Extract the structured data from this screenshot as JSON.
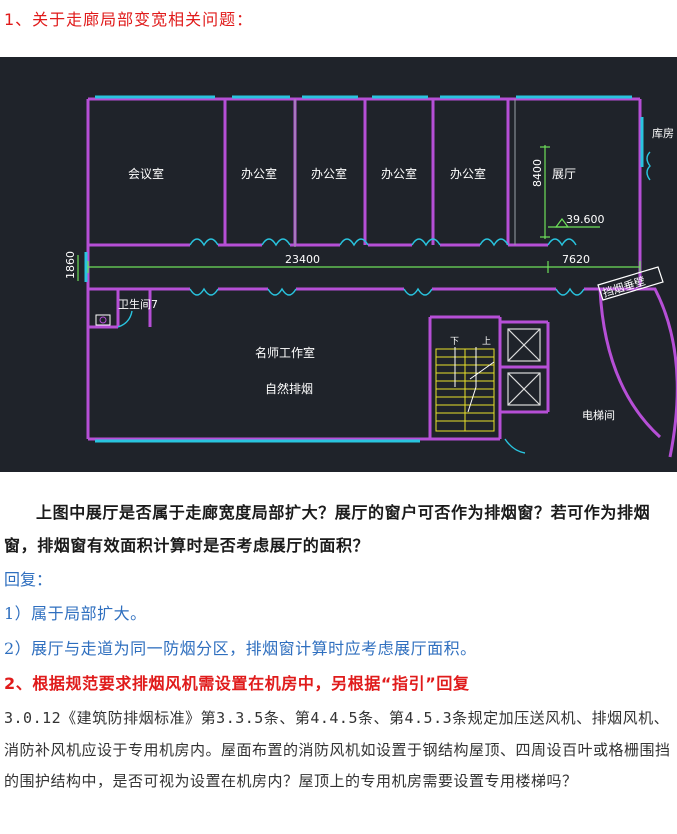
{
  "heading1": "1、关于走廊局部变宽相关问题：",
  "plan": {
    "rooms": {
      "meeting": "会议室",
      "office1": "办公室",
      "office2": "办公室",
      "office3": "办公室",
      "office4": "办公室",
      "hall": "展厅",
      "store": "库房",
      "toilet": "卫生间7",
      "studio": "名师工作室",
      "smoke": "自然排烟",
      "elevator": "电梯间",
      "stair_down": "下",
      "stair_up": "上",
      "wall_tag": "挡烟垂壁"
    },
    "dims": {
      "corridor_len": "23400",
      "hall_len": "7620",
      "corridor_width": "1860",
      "hall_depth": "8400",
      "elevation": "39.600"
    },
    "colors": {
      "wall": "#b64fd6",
      "window": "#29c4df",
      "dim": "#6ee05a",
      "stair": "#e8e02a",
      "bg": "#1f232a"
    }
  },
  "question": "上图中展厅是否属于走廊宽度局部扩大？展厅的窗户可否作为排烟窗？若可作为排烟窗，排烟窗有效面积计算时是否考虑展厅的面积？",
  "reply_label": "回复：",
  "answer1": "1）属于局部扩大。",
  "answer2": "2）展厅与走道为同一防烟分区，排烟窗计算时应考虑展厅面积。",
  "heading2": "2、根据规范要求排烟风机需设置在机房中，另根据“指引”回复",
  "body_text": "3.0.12《建筑防排烟标准》第3.3.5条、第4.4.5条、第4.5.3条规定加压送风机、排烟风机、消防补风机应设于专用机房内。屋面布置的消防风机如设置于钢结构屋顶、四周设百叶或格栅围挡的围护结构中，是否可视为设置在机房内？屋顶上的专用机房需要设置专用楼梯吗？"
}
